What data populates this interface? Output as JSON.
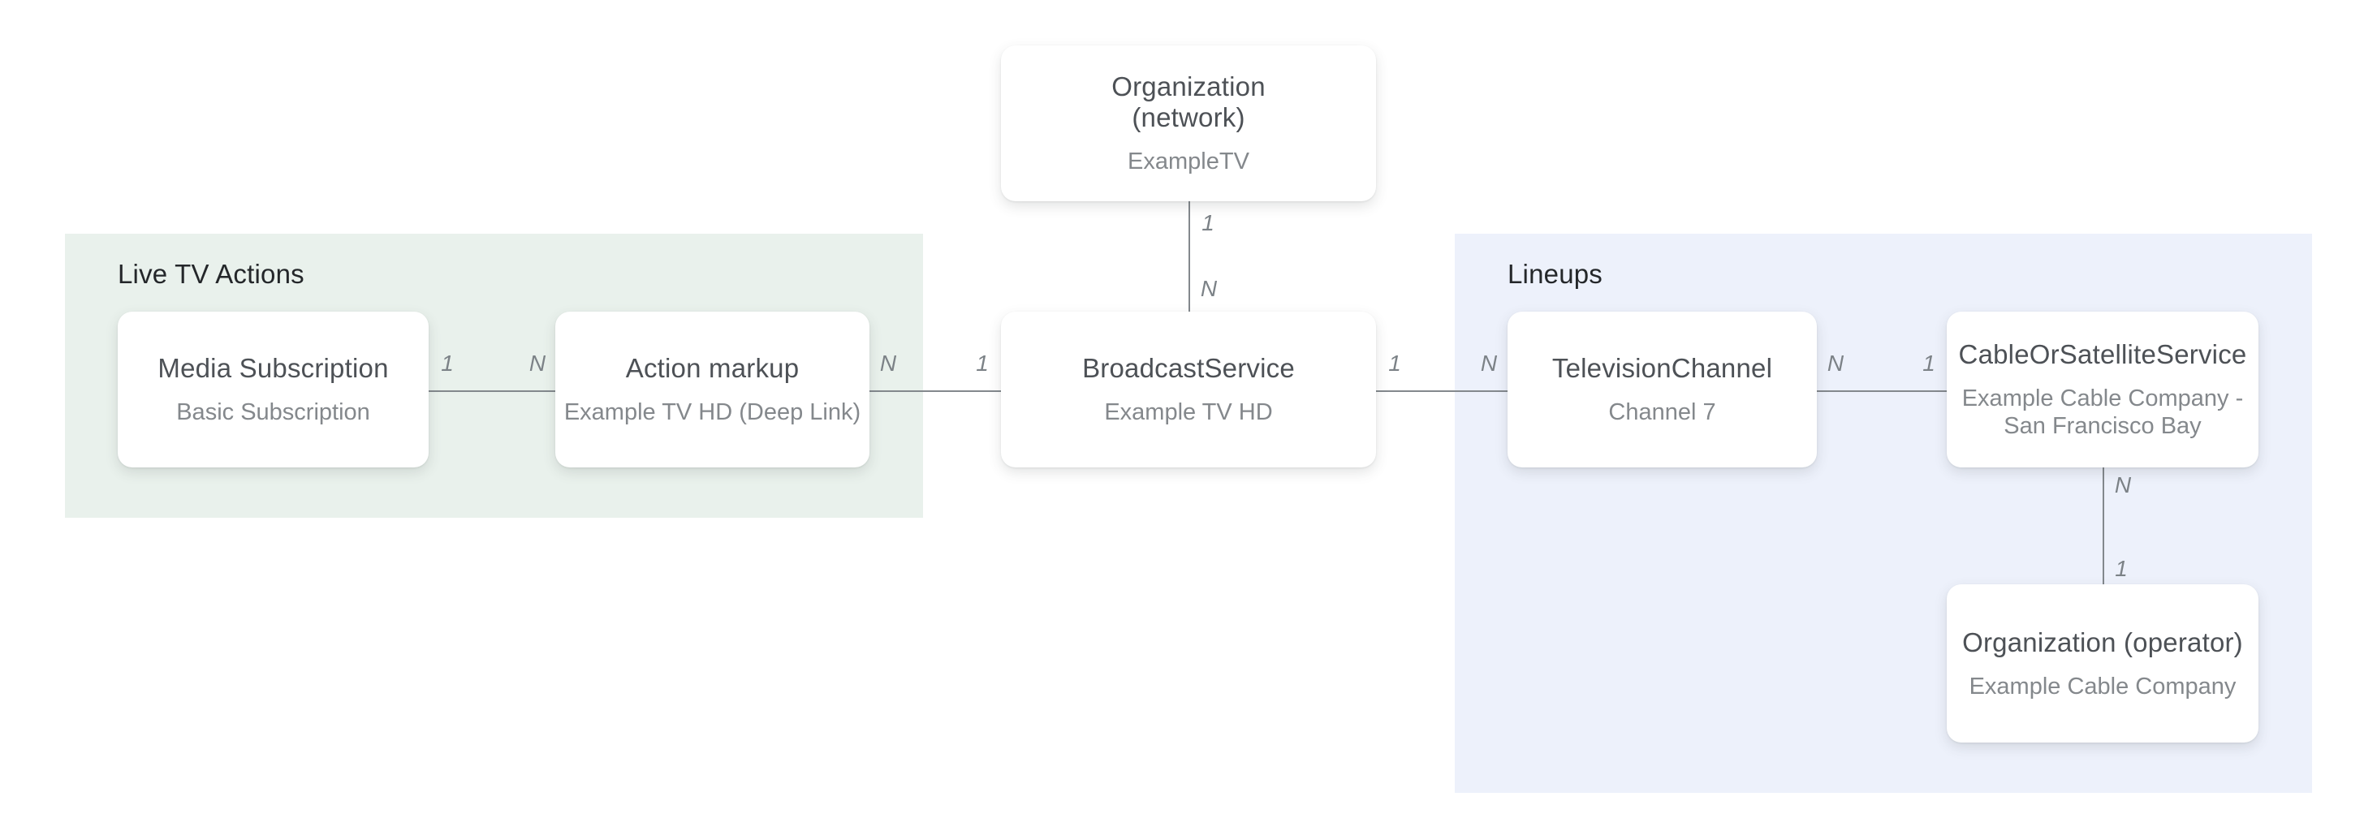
{
  "diagram": {
    "kind": "entity-relationship-diagram",
    "background_color": "#FFFFFF",
    "line_color": "#83888D",
    "title_text_color": "#4D5156",
    "subtitle_text_color": "#84888C"
  },
  "sections": [
    {
      "id": "live-tv-actions",
      "label": "Live TV Actions",
      "color": "#E9F1EC"
    },
    {
      "id": "lineups",
      "label": "Lineups",
      "color": "#EDF1FB"
    }
  ],
  "nodes": [
    {
      "id": "organization-network",
      "title": "Organization\n(network)",
      "subtitle": "ExampleTV"
    },
    {
      "id": "media-subscription",
      "title": "Media Subscription",
      "subtitle": "Basic Subscription"
    },
    {
      "id": "action-markup",
      "title": "Action markup",
      "subtitle": "Example TV HD (Deep Link)"
    },
    {
      "id": "broadcast-service",
      "title": "BroadcastService",
      "subtitle": "Example TV HD"
    },
    {
      "id": "television-channel",
      "title": "TelevisionChannel",
      "subtitle": "Channel 7"
    },
    {
      "id": "cable-or-satellite-service",
      "title": "CableOrSatelliteService",
      "subtitle": "Example Cable Company -\nSan Francisco Bay"
    },
    {
      "id": "organization-operator",
      "title": "Organization (operator)",
      "subtitle": "Example Cable Company"
    }
  ],
  "edges": [
    {
      "id": "network-to-broadcast",
      "from": "organization-network",
      "to": "broadcast-service",
      "from_label": "1",
      "to_label": "N"
    },
    {
      "id": "mediasub-to-action",
      "from": "media-subscription",
      "to": "action-markup",
      "from_label": "1",
      "to_label": "N"
    },
    {
      "id": "action-to-broadcast",
      "from": "action-markup",
      "to": "broadcast-service",
      "from_label": "N",
      "to_label": "1"
    },
    {
      "id": "broadcast-to-tvchannel",
      "from": "broadcast-service",
      "to": "television-channel",
      "from_label": "1",
      "to_label": "N"
    },
    {
      "id": "tvchannel-to-cable",
      "from": "television-channel",
      "to": "cable-or-satellite-service",
      "from_label": "N",
      "to_label": "1"
    },
    {
      "id": "cable-to-operator",
      "from": "cable-or-satellite-service",
      "to": "organization-operator",
      "from_label": "N",
      "to_label": "1"
    }
  ]
}
